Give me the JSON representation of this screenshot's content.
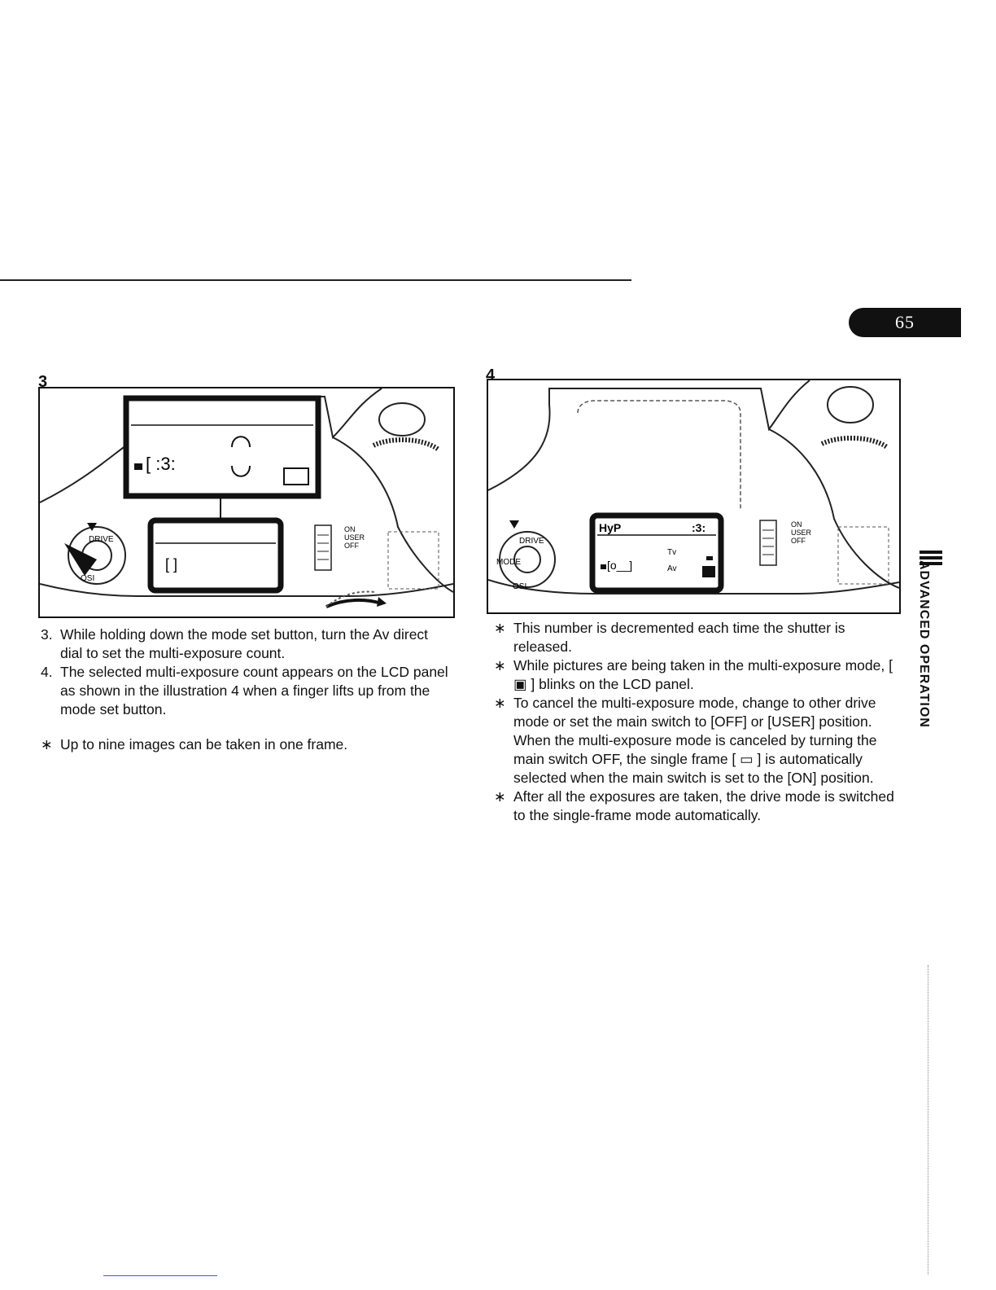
{
  "page": {
    "number": "65",
    "section": "ADVANCED OPERATION"
  },
  "figures": {
    "fig3": {
      "label": "3",
      "lcd_zoom_text": "[ :3:",
      "lcd_body_text": "[ ]",
      "switch_labels": [
        "ON",
        "USER",
        "OFF"
      ],
      "dial_labels": [
        "DRIVE",
        "OSI"
      ]
    },
    "fig4": {
      "label": "4",
      "lcd_mode": "HyP",
      "lcd_count": ":3:",
      "lcd_tv": "Tv",
      "lcd_av": "Av",
      "lcd_frame": "[o__]",
      "switch_labels": [
        "ON",
        "USER",
        "OFF"
      ],
      "dial_labels": [
        "DRIVE",
        "MODE",
        "OSI"
      ]
    }
  },
  "left": {
    "steps": [
      {
        "num": "3.",
        "text": "While holding down the mode set button, turn the Av direct dial to set the multi-exposure count."
      },
      {
        "num": "4.",
        "text": "The selected multi-exposure count appears on the LCD panel as shown in the illustration 4 when a finger lifts up from the mode set button."
      }
    ],
    "note": "Up to nine images can be taken in one frame."
  },
  "right": {
    "notes": [
      "This number is decremented each time the shutter is released.",
      "While pictures are being taken in the multi-exposure mode, [ ▣ ] blinks on the LCD panel.",
      "To cancel the multi-exposure mode, change to other drive mode or set the main switch to [OFF] or [USER] position. When the multi-exposure mode is canceled by turning the main switch OFF, the single frame [ ▭ ] is automatically selected when the main switch is set to the [ON] position.",
      "After all the exposures are taken, the drive mode is switched to the single-frame mode automatically."
    ]
  }
}
